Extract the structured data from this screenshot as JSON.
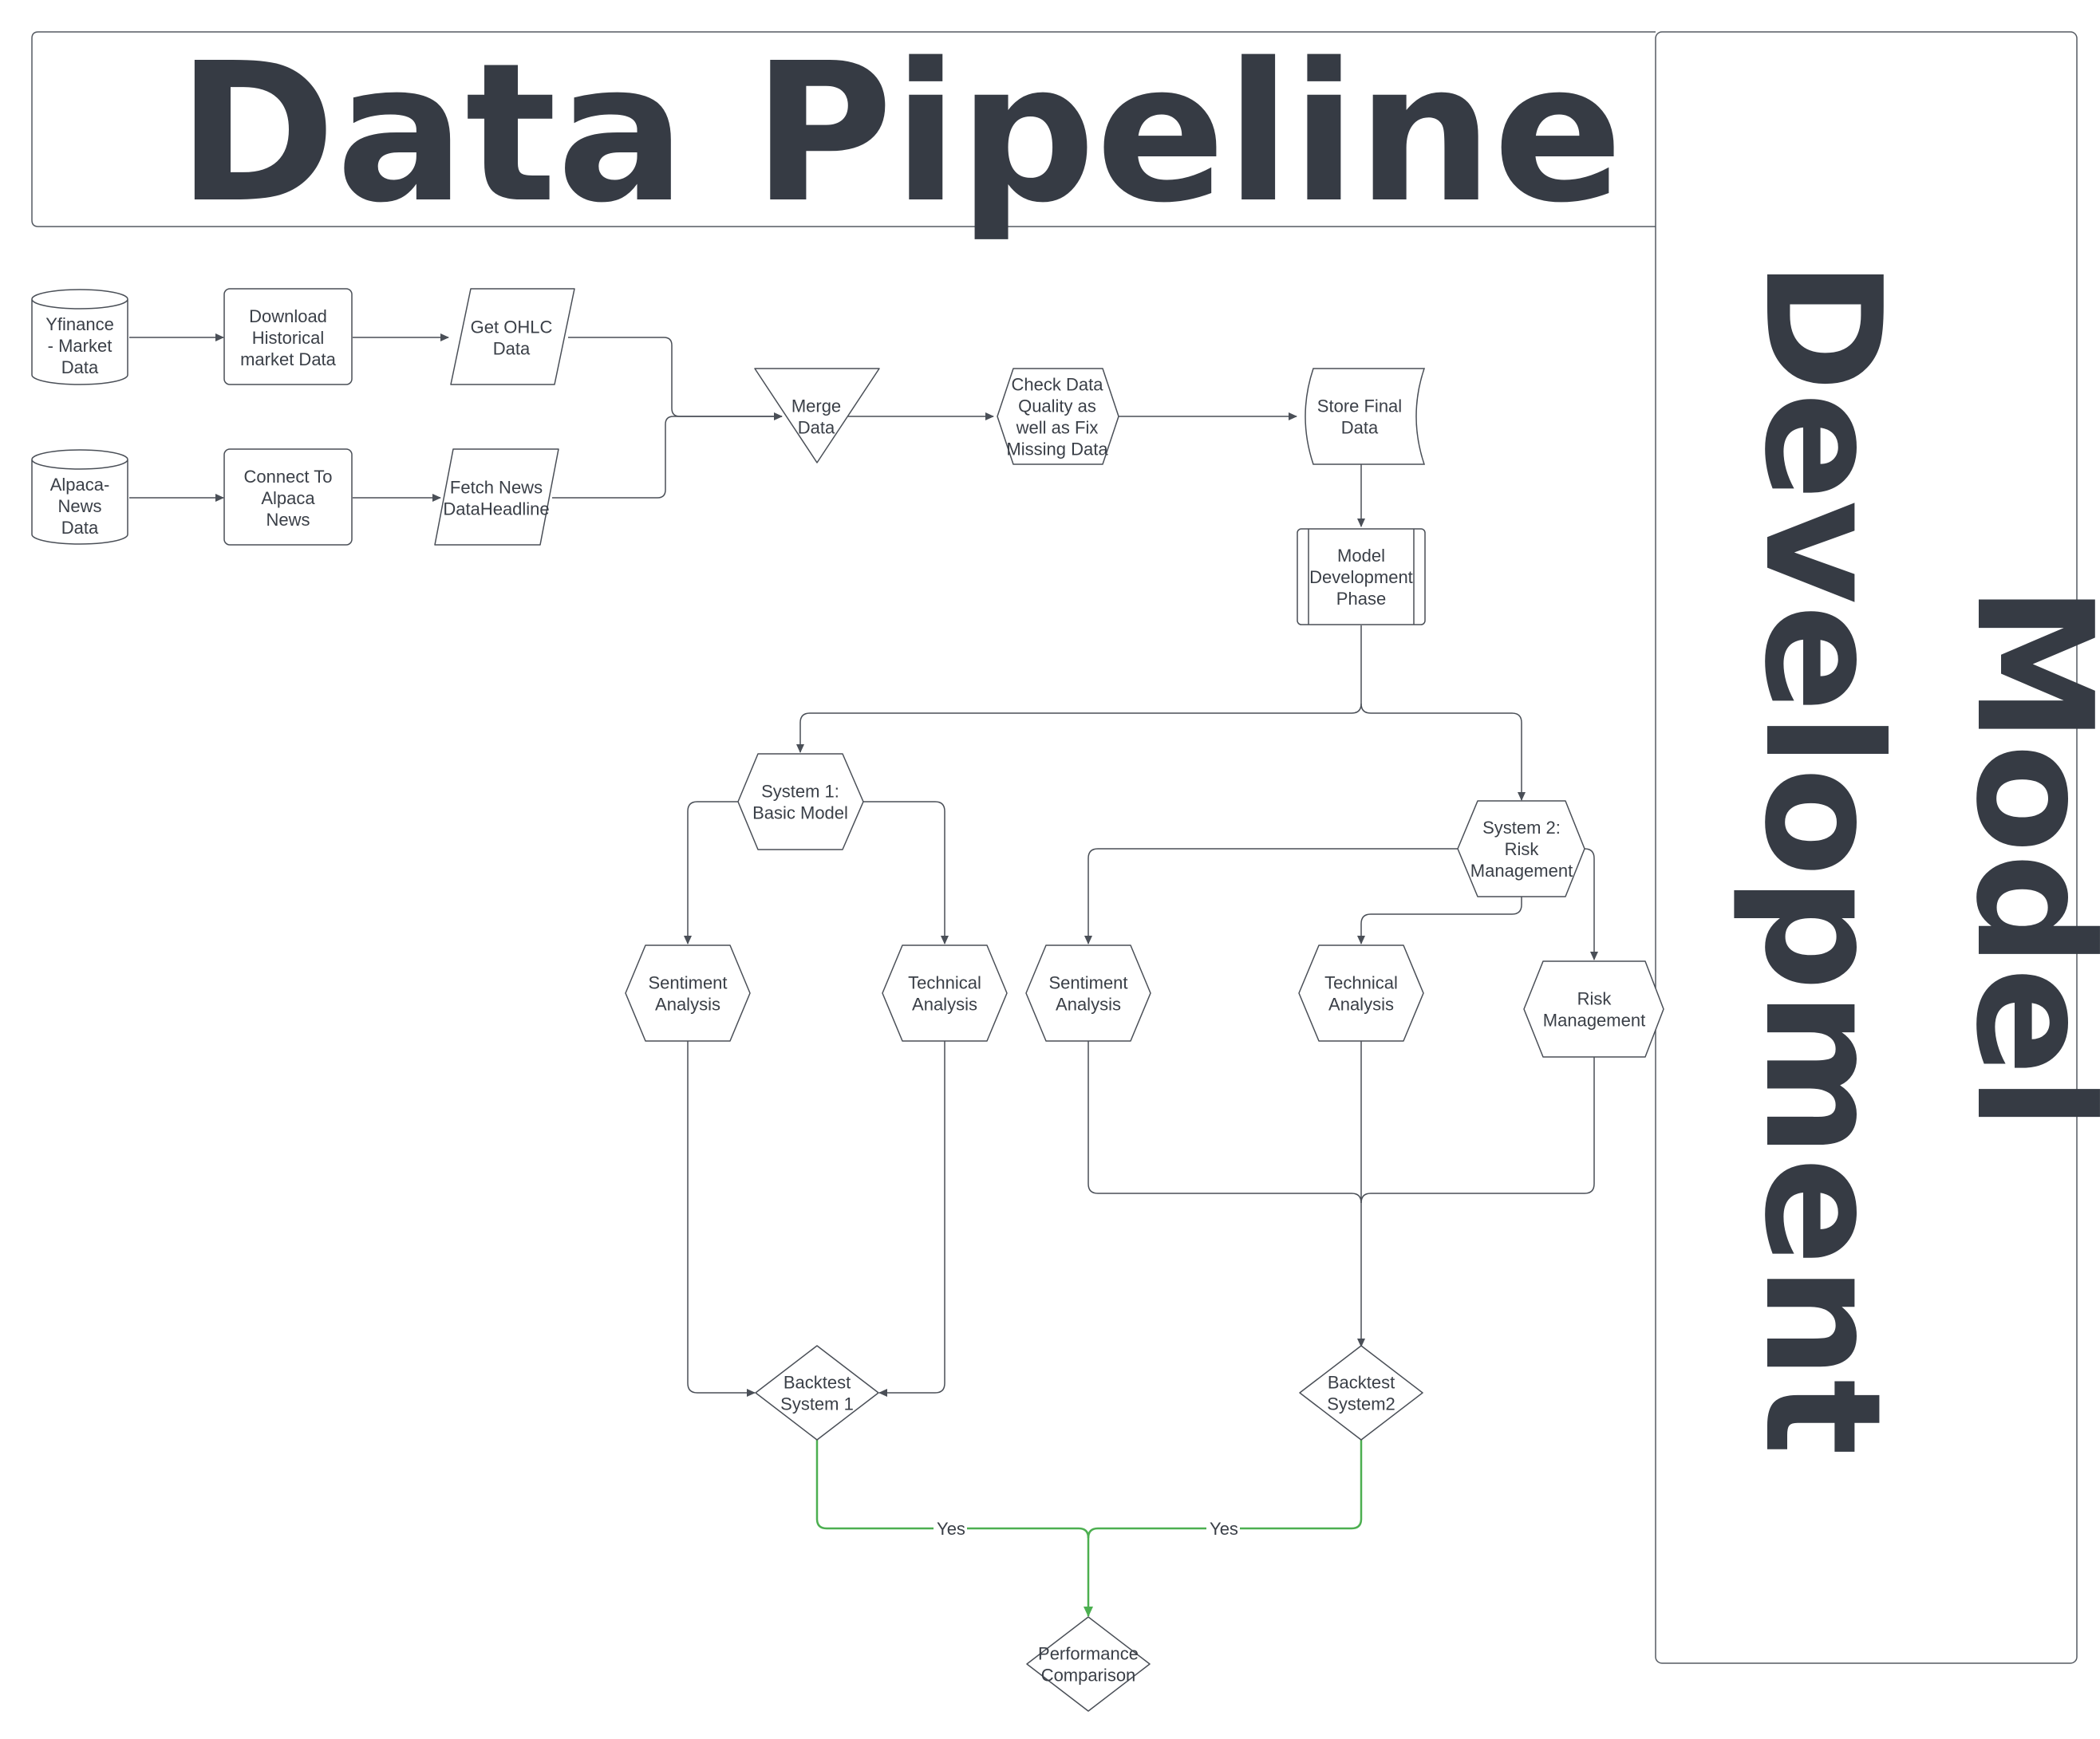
{
  "title": "Data Pipeline",
  "side_title_lines": [
    "Model",
    "Development"
  ],
  "colors": {
    "stroke": "#4a4f57",
    "text": "#3a3f47",
    "title": "#363b44",
    "yes_connector": "#4caf50"
  },
  "nodes": {
    "yfinance": [
      "Yfinance",
      "- Market",
      "Data"
    ],
    "alpaca": [
      "Alpaca-",
      "News",
      "Data"
    ],
    "download": [
      "Download",
      "Historical",
      "market Data"
    ],
    "connect": [
      "Connect To",
      "Alpaca",
      "News"
    ],
    "ohlc": [
      "Get OHLC",
      "Data"
    ],
    "fetch_news": [
      "Fetch News",
      "DataHeadline"
    ],
    "merge": [
      "Merge",
      "Data"
    ],
    "check": [
      "Check Data",
      "Quality as",
      "well as Fix",
      "Missing Data"
    ],
    "store": [
      "Store Final",
      "Data"
    ],
    "model_phase": [
      "Model",
      "Development",
      "Phase"
    ],
    "system1": [
      "System 1:",
      "Basic Model"
    ],
    "system2": [
      "System 2:",
      "Risk",
      "Management"
    ],
    "s1_sentiment": [
      "Sentiment",
      "Analysis"
    ],
    "s1_technical": [
      "Technical",
      "Analysis"
    ],
    "s2_sentiment": [
      "Sentiment",
      "Analysis"
    ],
    "s2_technical": [
      "Technical",
      "Analysis"
    ],
    "s2_risk": [
      "Risk",
      "Management"
    ],
    "backtest1": [
      "Backtest",
      "System 1"
    ],
    "backtest2": [
      "Backtest",
      "System2"
    ],
    "performance": [
      "Performance",
      "Comparison"
    ]
  },
  "edge_labels": {
    "yes_left": "Yes",
    "yes_right": "Yes"
  }
}
